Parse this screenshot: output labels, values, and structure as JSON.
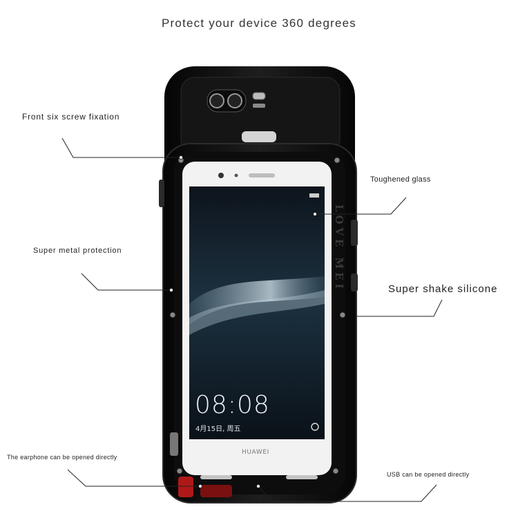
{
  "headline": "Protect your device 360 degrees",
  "callouts": {
    "front_screw": "Front six screw fixation",
    "toughened_glass": "Toughened glass",
    "metal_protection": "Super metal protection",
    "shake_silicone": "Super shake silicone",
    "earphone": "The earphone can be opened directly",
    "usb": "USB can be opened directly"
  },
  "phone": {
    "clock": "08:08",
    "date": "4月15日, 周五",
    "brand": "HUAWEI",
    "case_brand": "LOVE MEI"
  },
  "colors": {
    "case": "#111111",
    "accent_red": "#b01818",
    "screen_bg": "#0f1a24"
  }
}
